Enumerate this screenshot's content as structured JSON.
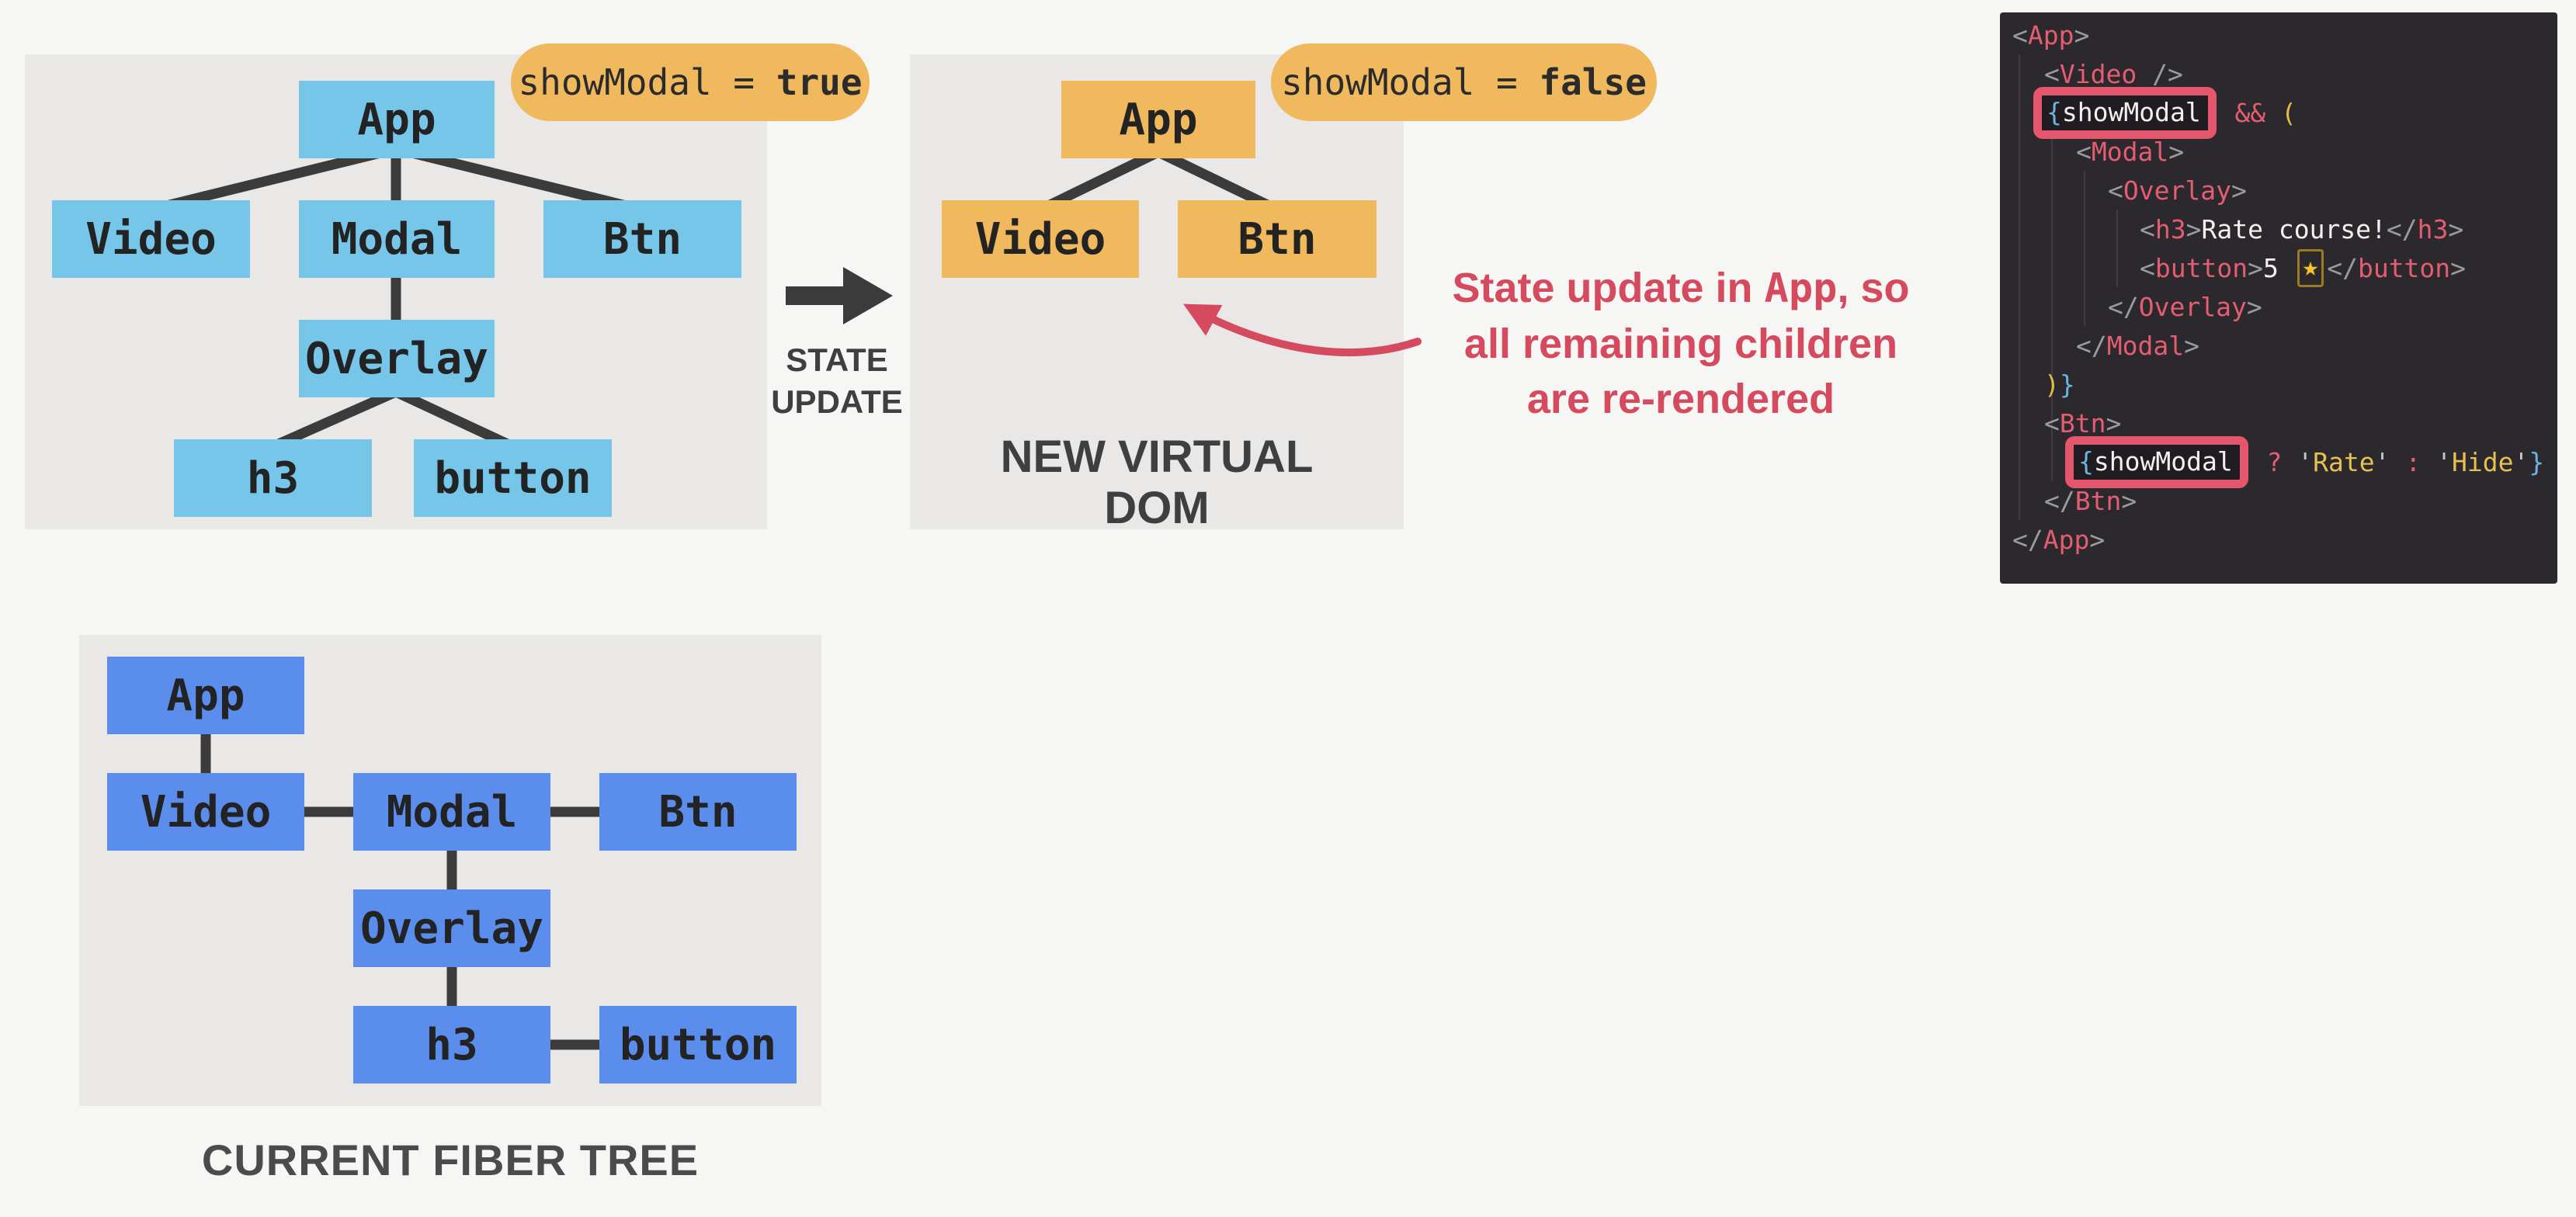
{
  "badges": {
    "modal_true": {
      "prefix": "showModal = ",
      "value": "true"
    },
    "modal_false": {
      "prefix": "showModal = ",
      "value": "false"
    }
  },
  "transition": {
    "line1": "STATE",
    "line2": "UPDATE"
  },
  "trees": {
    "old": {
      "nodes": [
        "App",
        "Video",
        "Modal",
        "Btn",
        "Overlay",
        "h3",
        "button"
      ]
    },
    "new": {
      "nodes": [
        "App",
        "Video",
        "Btn"
      ],
      "caption_line1": "NEW VIRTUAL",
      "caption_line2": "DOM"
    },
    "fiber": {
      "nodes": [
        "App",
        "Video",
        "Modal",
        "Btn",
        "Overlay",
        "h3",
        "button"
      ],
      "caption": "CURRENT FIBER TREE"
    }
  },
  "annotation": {
    "line1_pre": "State update in ",
    "line1_code": "App",
    "line1_post": ", so",
    "line2": "all remaining children",
    "line3": "are re-rendered"
  },
  "code": {
    "lines": [
      {
        "indent": 0,
        "tokens": [
          {
            "c": "g",
            "t": "<"
          },
          {
            "c": "p",
            "t": "App"
          },
          {
            "c": "g",
            "t": ">"
          }
        ]
      },
      {
        "indent": 1,
        "tokens": [
          {
            "c": "g",
            "t": "<"
          },
          {
            "c": "p",
            "t": "Video"
          },
          {
            "c": "g",
            "t": " />"
          }
        ]
      },
      {
        "indent": 1,
        "tokens": [
          {
            "c": "hl",
            "tokens": [
              {
                "c": "b",
                "t": "{"
              },
              {
                "c": "w",
                "t": "showModal"
              }
            ]
          },
          {
            "c": "p",
            "t": " && "
          },
          {
            "c": "y",
            "t": "("
          }
        ]
      },
      {
        "indent": 2,
        "tokens": [
          {
            "c": "g",
            "t": "<"
          },
          {
            "c": "p",
            "t": "Modal"
          },
          {
            "c": "g",
            "t": ">"
          }
        ]
      },
      {
        "indent": 3,
        "tokens": [
          {
            "c": "g",
            "t": "<"
          },
          {
            "c": "p",
            "t": "Overlay"
          },
          {
            "c": "g",
            "t": ">"
          }
        ]
      },
      {
        "indent": 4,
        "tokens": [
          {
            "c": "g",
            "t": "<"
          },
          {
            "c": "p",
            "t": "h3"
          },
          {
            "c": "g",
            "t": ">"
          },
          {
            "c": "w",
            "t": "Rate course!"
          },
          {
            "c": "g",
            "t": "</"
          },
          {
            "c": "p",
            "t": "h3"
          },
          {
            "c": "g",
            "t": ">"
          }
        ]
      },
      {
        "indent": 4,
        "tokens": [
          {
            "c": "g",
            "t": "<"
          },
          {
            "c": "p",
            "t": "button"
          },
          {
            "c": "g",
            "t": ">"
          },
          {
            "c": "w",
            "t": "5 "
          },
          {
            "c": "star",
            "t": "★"
          },
          {
            "c": "g",
            "t": "</"
          },
          {
            "c": "p",
            "t": "button"
          },
          {
            "c": "g",
            "t": ">"
          }
        ]
      },
      {
        "indent": 3,
        "tokens": [
          {
            "c": "g",
            "t": "</"
          },
          {
            "c": "p",
            "t": "Overlay"
          },
          {
            "c": "g",
            "t": ">"
          }
        ]
      },
      {
        "indent": 2,
        "tokens": [
          {
            "c": "g",
            "t": "</"
          },
          {
            "c": "p",
            "t": "Modal"
          },
          {
            "c": "g",
            "t": ">"
          }
        ]
      },
      {
        "indent": 1,
        "tokens": [
          {
            "c": "y",
            "t": ")"
          },
          {
            "c": "b",
            "t": "}"
          }
        ]
      },
      {
        "indent": 1,
        "tokens": [
          {
            "c": "g",
            "t": "<"
          },
          {
            "c": "p",
            "t": "Btn"
          },
          {
            "c": "g",
            "t": ">"
          }
        ]
      },
      {
        "indent": 2,
        "tokens": [
          {
            "c": "hl",
            "tokens": [
              {
                "c": "b",
                "t": "{"
              },
              {
                "c": "w",
                "t": "showModal"
              }
            ]
          },
          {
            "c": "p",
            "t": " ? "
          },
          {
            "c": "q",
            "t": "'"
          },
          {
            "c": "s",
            "t": "Rate"
          },
          {
            "c": "q",
            "t": "'"
          },
          {
            "c": "p",
            "t": " : "
          },
          {
            "c": "q",
            "t": "'"
          },
          {
            "c": "s",
            "t": "Hide"
          },
          {
            "c": "q",
            "t": "'"
          },
          {
            "c": "b",
            "t": "}"
          }
        ]
      },
      {
        "indent": 1,
        "tokens": [
          {
            "c": "g",
            "t": "</"
          },
          {
            "c": "p",
            "t": "Btn"
          },
          {
            "c": "g",
            "t": ">"
          }
        ]
      },
      {
        "indent": 0,
        "tokens": [
          {
            "c": "g",
            "t": "</"
          },
          {
            "c": "p",
            "t": "App"
          },
          {
            "c": "g",
            "t": ">"
          }
        ]
      }
    ]
  },
  "colors": {
    "page_bg": "#f6f6f4",
    "panel_gray": "#e9e8e6",
    "sky_blue": "#76c6e9",
    "orange": "#f1b95e",
    "fiber_blue": "#5b8eec",
    "connector": "#3b3b3b",
    "annotation_red": "#d54a5f",
    "code_bg": "#2b292d",
    "code_pink": "#e45d71",
    "code_blue": "#6db3dd",
    "code_yellow": "#e3bd3f",
    "code_white": "#f3f0ee",
    "highlight_red": "#e4566b",
    "star_gold": "#f2c233"
  }
}
